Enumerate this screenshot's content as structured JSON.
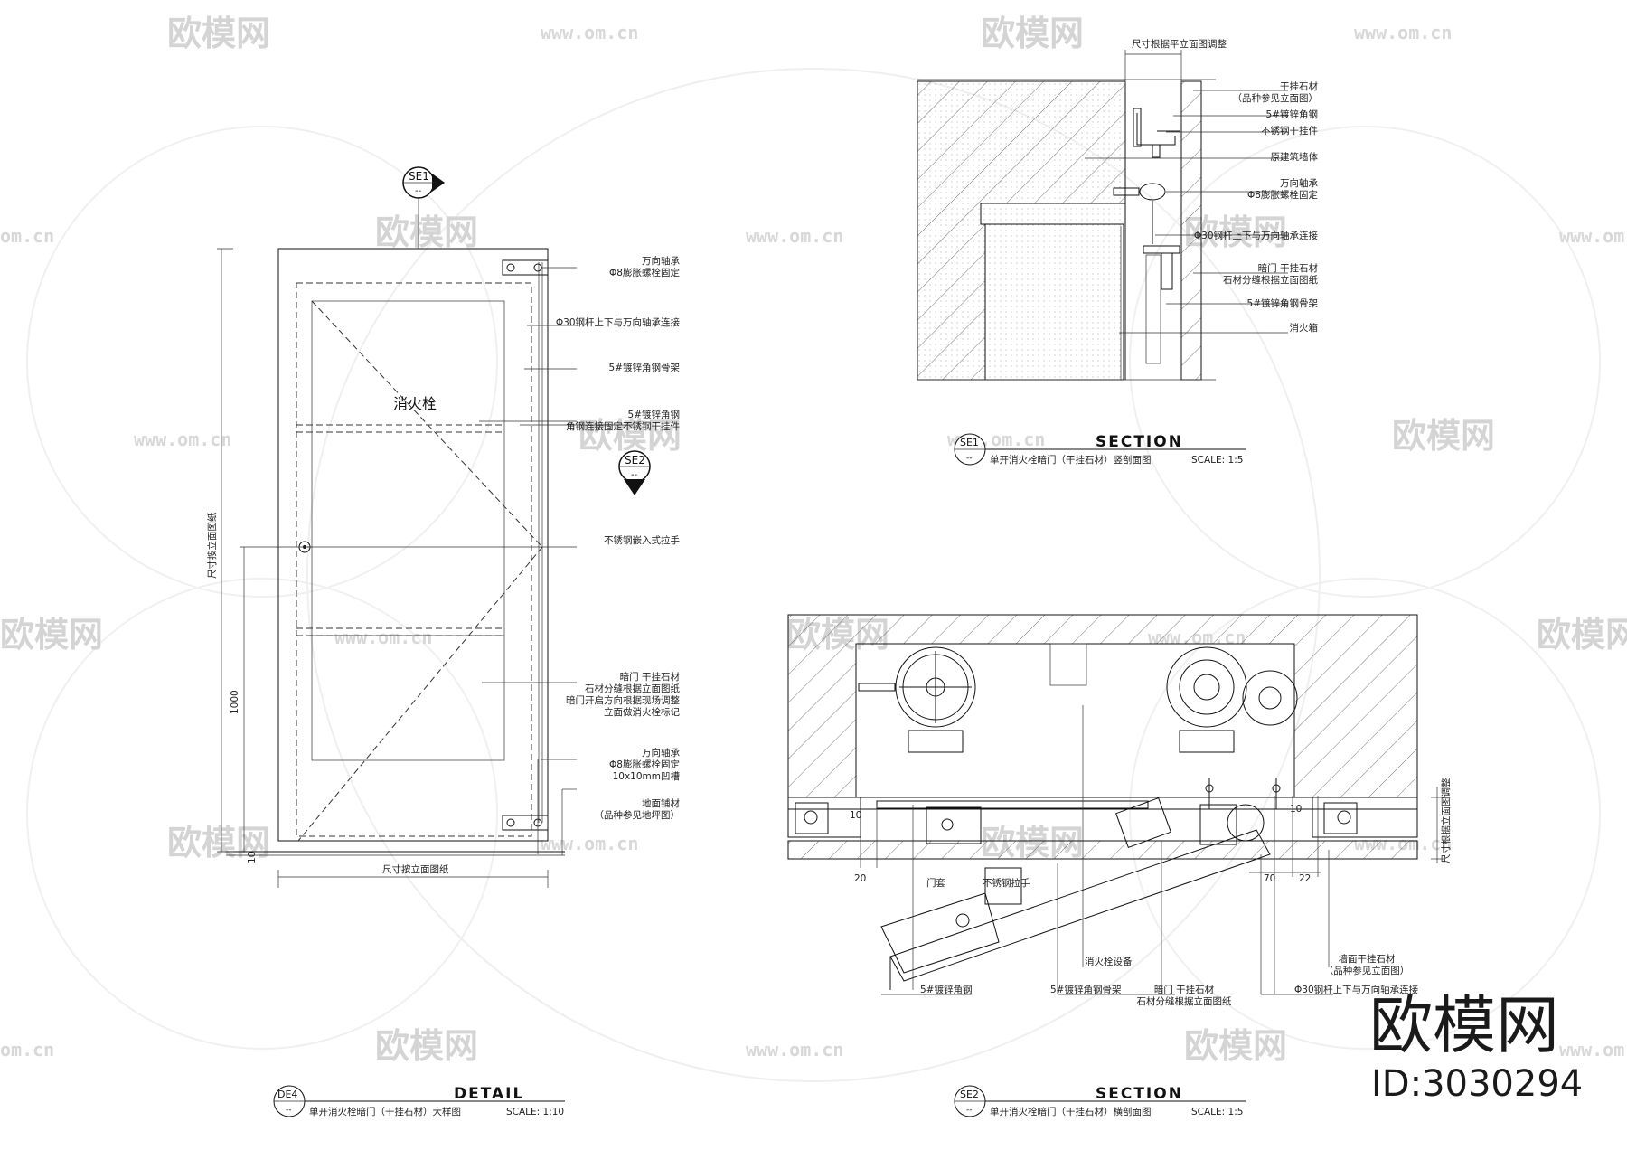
{
  "watermark": {
    "logo_text": "欧模网",
    "url_text": "www.om.cn",
    "url_partial": "om.cn"
  },
  "brand": {
    "name": "欧模网",
    "id": "ID:3030294"
  },
  "drawings": {
    "de4": {
      "tag_id": "DE4",
      "tag_sub": "--",
      "kind": "DETAIL",
      "title": "单开消火栓暗门（干挂石材）大样图",
      "scale": "SCALE: 1:10",
      "box_label": "消火栓",
      "dim_bottom": "尺寸按立面图纸",
      "dim_left_total": "尺寸按立面图纸",
      "dim_left_1000": "1000",
      "dim_left_10": "10",
      "se1_marker": "SE1",
      "se1_sub": "--",
      "se2_marker": "SE2",
      "se2_sub": "--",
      "notes": [
        {
          "lines": [
            "万向轴承",
            "Φ8膨胀螺栓固定"
          ]
        },
        {
          "lines": [
            "Φ30钢杆上下与万向轴承连接"
          ]
        },
        {
          "lines": [
            "5#镀锌角钢骨架"
          ]
        },
        {
          "lines": [
            "5#镀锌角钢",
            "角钢连接固定不锈钢干挂件"
          ]
        },
        {
          "lines": [
            "不锈钢嵌入式拉手"
          ]
        },
        {
          "lines": [
            "暗门 干挂石材",
            "石材分缝根据立面图纸",
            "暗门开启方向根据现场调整",
            "立面做消火栓标记"
          ]
        },
        {
          "lines": [
            "万向轴承",
            "Φ8膨胀螺栓固定",
            "10x10mm凹槽"
          ]
        },
        {
          "lines": [
            "地面铺材",
            "（品种参见地坪图）"
          ]
        }
      ]
    },
    "se1": {
      "tag_id": "SE1",
      "tag_sub": "--",
      "kind": "SECTION",
      "title": "单开消火栓暗门（干挂石材）竖剖面图",
      "scale": "SCALE: 1:5",
      "dim_top": "尺寸根据平立面图调整",
      "notes": [
        {
          "lines": [
            "干挂石材",
            "（品种参见立面图）"
          ]
        },
        {
          "lines": [
            "5#镀锌角钢"
          ]
        },
        {
          "lines": [
            "不锈钢干挂件"
          ]
        },
        {
          "lines": [
            "原建筑墙体"
          ]
        },
        {
          "lines": [
            "万向轴承",
            "Φ8膨胀螺栓固定"
          ]
        },
        {
          "lines": [
            "Φ30钢杆上下与万向轴承连接"
          ]
        },
        {
          "lines": [
            "暗门 干挂石材",
            "石材分缝根据立面图纸"
          ]
        },
        {
          "lines": [
            "5#镀锌角钢骨架"
          ]
        },
        {
          "lines": [
            "消火箱"
          ]
        }
      ]
    },
    "se2": {
      "tag_id": "SE2",
      "tag_sub": "--",
      "kind": "SECTION",
      "title": "单开消火栓暗门（干挂石材）横剖面图",
      "scale": "SCALE: 1:5",
      "dim_right": "尺寸根据立面图调整",
      "dims": {
        "d20": "20",
        "d10a": "10",
        "d70": "70",
        "d22": "22",
        "d10b": "10"
      },
      "labels": {
        "door_frame": "门套",
        "handle": "不锈钢拉手",
        "fire_equip": "消火栓设备",
        "frame_steel": "5#镀锌角钢骨架",
        "steel": "5#镀锌角钢",
        "door_stone_1": "暗门 干挂石材",
        "door_stone_2": "石材分缝根据立面图纸",
        "rod": "Φ30钢杆上下与万向轴承连接",
        "wall_stone_1": "墙面干挂石材",
        "wall_stone_2": "（品种参见立面图）"
      }
    }
  }
}
